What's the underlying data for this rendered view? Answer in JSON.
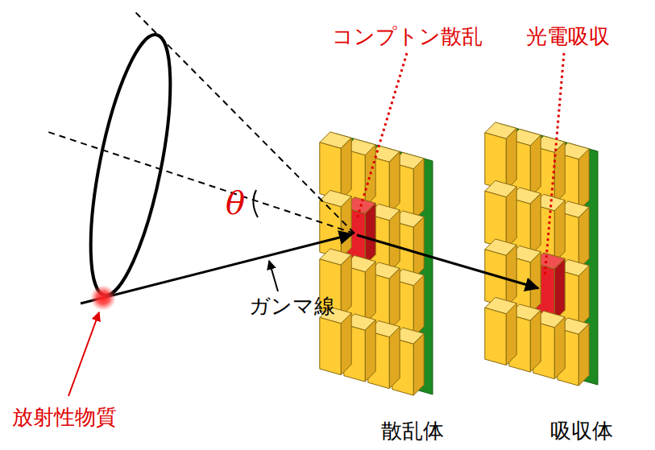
{
  "diagram": {
    "labels": [
      "コンプトン散乱",
      "光電吸収",
      "θ",
      "ガンマ線",
      "放射性物質",
      "散乱体",
      "吸収体"
    ]
  }
}
